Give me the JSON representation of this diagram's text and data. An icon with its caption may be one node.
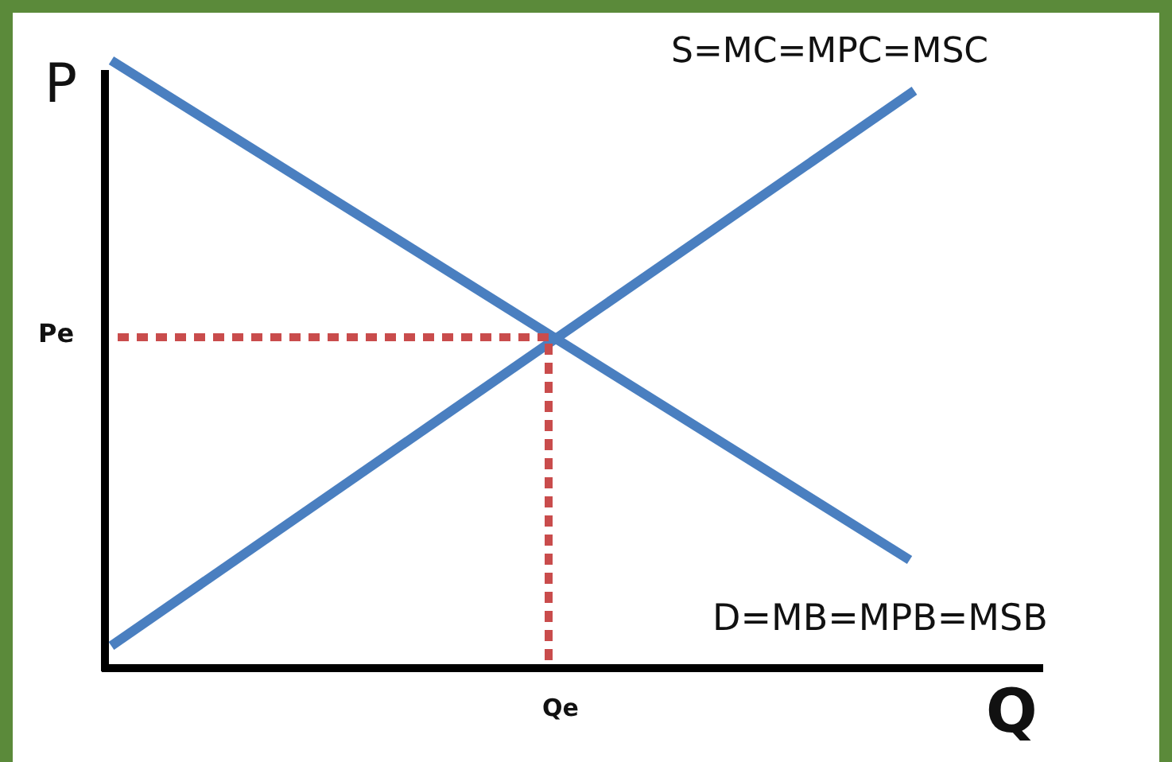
{
  "diagram": {
    "labels": [
      "S=MC=MPC=MSC",
      "P",
      "Pe",
      "D=MB=MPB=MSB",
      "Qe",
      "Q"
    ]
  }
}
